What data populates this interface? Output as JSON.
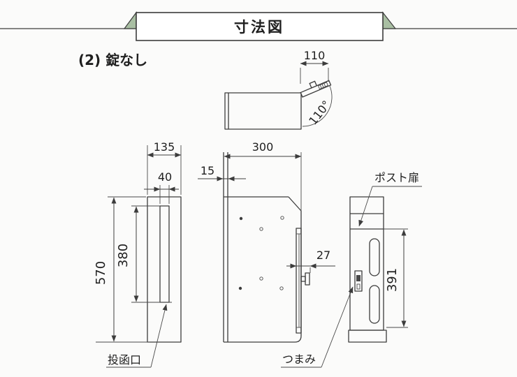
{
  "banner": {
    "title": "寸法図"
  },
  "section": {
    "subtitle": "(2) 錠なし"
  },
  "colors": {
    "accent_green": "#a9bfa3",
    "line": "#3c3c3c",
    "background": "#fbfbfa"
  },
  "top_view": {
    "flap_width": "110",
    "open_angle": "110°"
  },
  "left_view": {
    "depth": "135",
    "slot_width": "40",
    "height": "570",
    "slot_height": "380",
    "slot_label": "投函口"
  },
  "front_view": {
    "width": "300",
    "panel_thickness": "15",
    "knob_protrusion": "27",
    "knob_label": "つまみ"
  },
  "right_view": {
    "door_height": "391",
    "door_label": "ポスト扉"
  }
}
